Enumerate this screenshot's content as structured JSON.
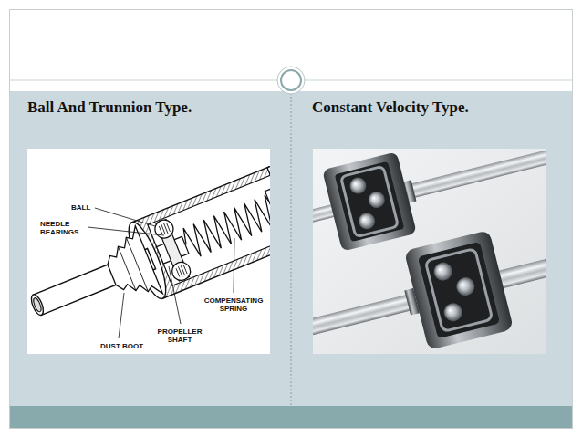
{
  "diagram": {
    "nodes": [
      {
        "text": [
          "Ball And Trunnion Type."
        ]
      },
      {
        "text": [
          "Constant Velocity Type."
        ]
      }
    ],
    "labels": [
      "BALL",
      "NEEDLE BEARINGS",
      "COMPENSATING SPRING",
      "PROPELLER SHAFT",
      "DUST BOOT"
    ]
  }
}
